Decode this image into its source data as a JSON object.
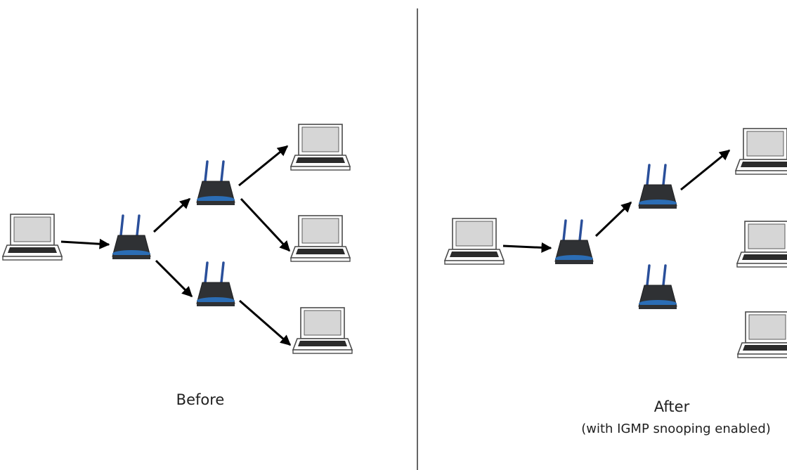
{
  "panels": {
    "before": {
      "caption": "Before"
    },
    "after": {
      "caption": "After",
      "subcaption": "(with IGMP snooping enabled)"
    }
  },
  "colors": {
    "router_body": "#2f3134",
    "router_base": "#2b6db5",
    "antenna": "#2a4f9a",
    "laptop_frame": "#4a4a4a",
    "laptop_screen": "#d6d6d6",
    "laptop_keyboard": "#2b2b2b",
    "arrow": "#000000",
    "divider": "#333333"
  },
  "icons": {
    "laptop": "laptop-icon",
    "router": "router-icon",
    "arrow": "arrow-icon"
  }
}
